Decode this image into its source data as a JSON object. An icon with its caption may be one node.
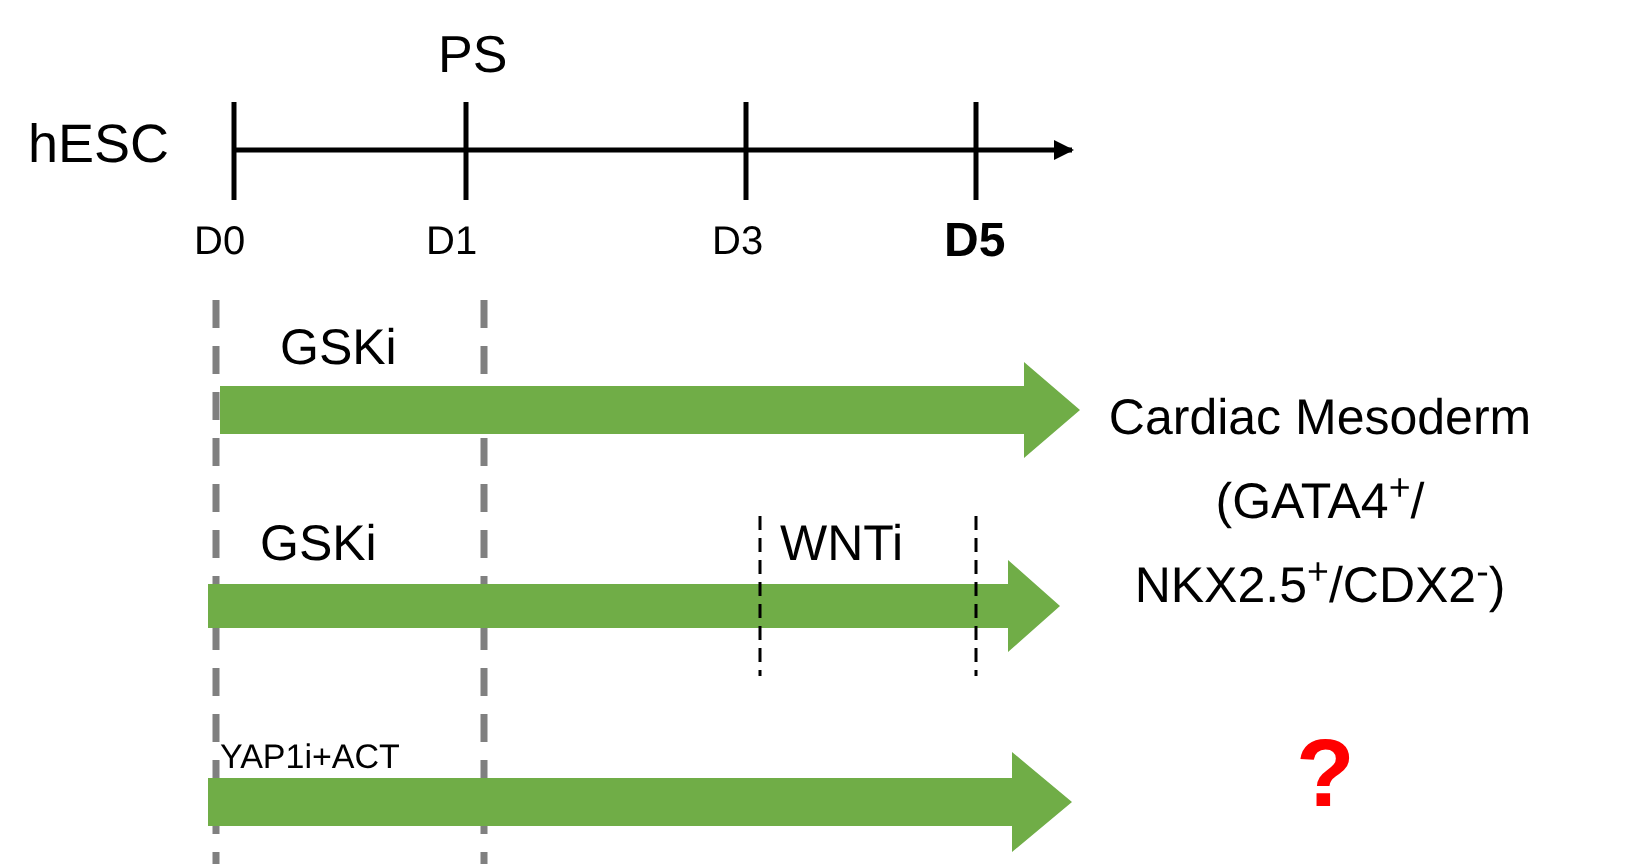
{
  "diagram": {
    "labels": [
      "hESC",
      "PS",
      "D0",
      "D1",
      "D3",
      "D5",
      "GSKi",
      "GSKi",
      "WNTi",
      "YAP1i+ACT",
      "Cardiac Mesoderm (GATA4$^{+}$/ NKX2.5$^{+}$/CDX2$^{-}$)",
      "?"
    ]
  }
}
